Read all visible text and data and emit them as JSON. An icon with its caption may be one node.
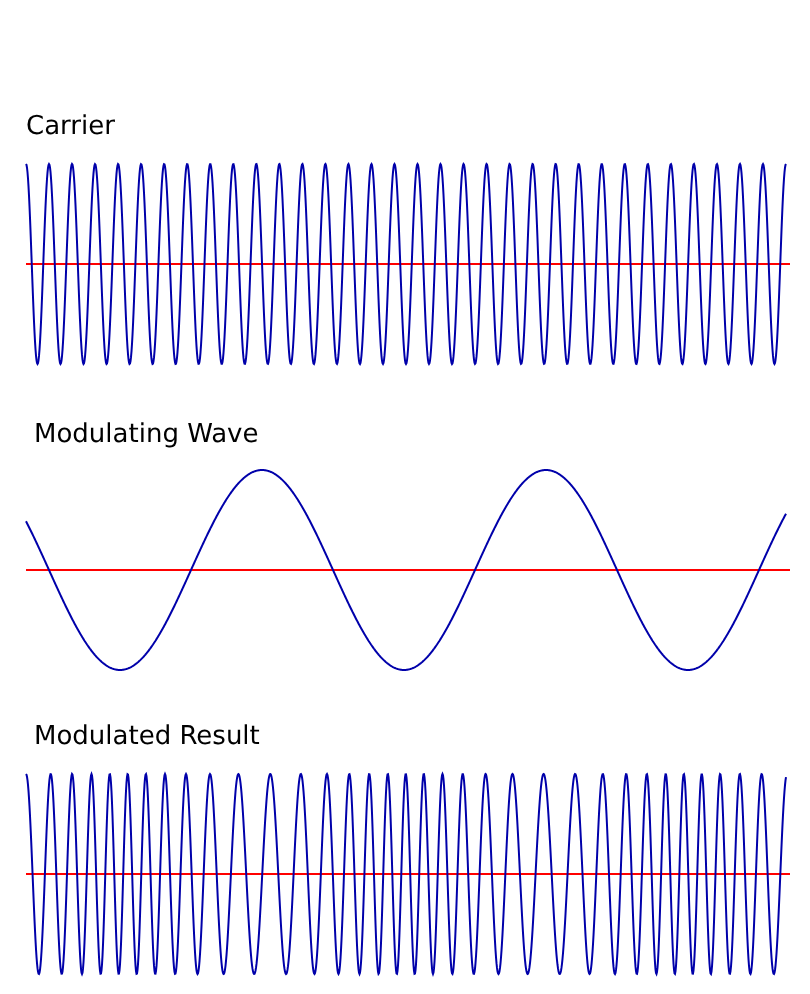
{
  "diagram": {
    "labels": [
      "Carrier",
      "Modulating Wave",
      "Modulated Result"
    ]
  }
}
